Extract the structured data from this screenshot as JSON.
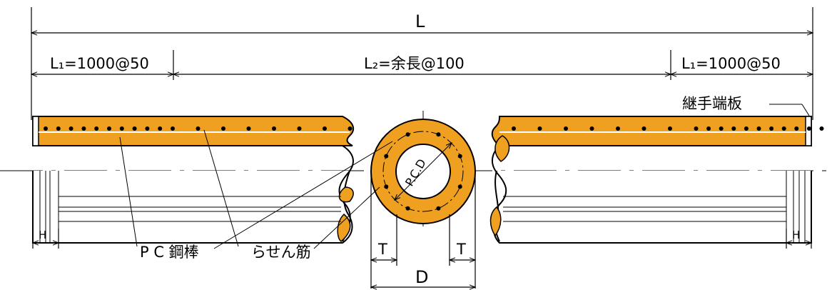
{
  "labels": {
    "total_length": "L",
    "end_zone_left": "L₁=1000@50",
    "middle_zone": "L₂=余長@100",
    "end_zone_right": "L₁=1000@50",
    "joint_end_plate": "継手端板",
    "pc_bar": "P C 鋼棒",
    "spiral": "らせん筋",
    "pcd": "P.C.D",
    "t_left": "T",
    "t_right": "T",
    "diameter": "D",
    "h_left": "H",
    "h_right": "H"
  },
  "colors": {
    "concrete": "#f0a020",
    "outline": "#000000",
    "face": "#ffffff"
  },
  "bars": {
    "left_dots": 18,
    "right_dots": 19,
    "section_dots": 8
  }
}
